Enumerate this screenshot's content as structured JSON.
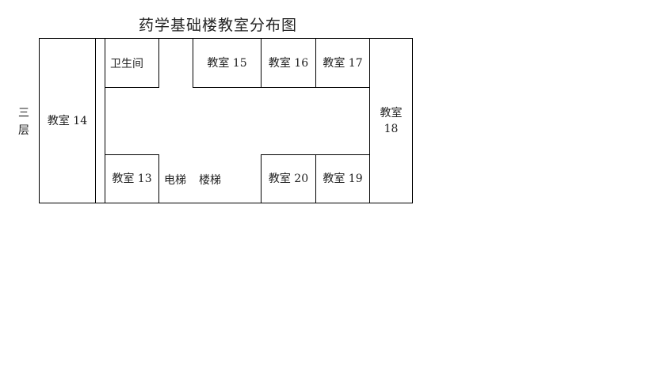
{
  "title": "药学基础楼教室分布图",
  "floor_label": "三层",
  "rooms": {
    "r14": "教室 14",
    "wc": "卫生间",
    "r15": "教室 15",
    "r16": "教室 16",
    "r17": "教室 17",
    "r18a": "教室",
    "r18b": "18",
    "r13": "教室 13",
    "elevator": "电梯",
    "stairs": "楼梯",
    "r20": "教室 20",
    "r19": "教室 19"
  }
}
